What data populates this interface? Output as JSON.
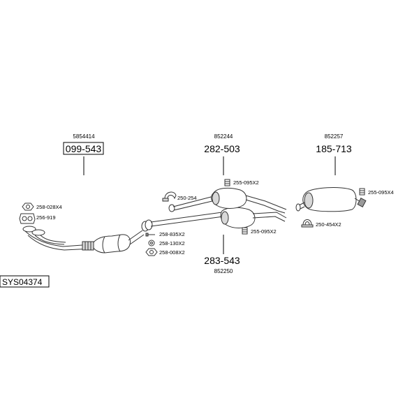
{
  "diagram_id": "SYS04374",
  "parts": [
    {
      "ref": "5854414",
      "number": "099-543",
      "boxed": true
    },
    {
      "ref": "852244",
      "number": "282-503",
      "boxed": false
    },
    {
      "ref": "852257",
      "number": "185-713",
      "boxed": false
    },
    {
      "ref": "852250",
      "number": "283-543",
      "boxed": false
    }
  ],
  "accessories": [
    {
      "code": "258-028X4",
      "icon": "hex-nut-icon"
    },
    {
      "code": "256-919",
      "icon": "gasket-icon"
    },
    {
      "code": "250-254",
      "icon": "clamp-icon"
    },
    {
      "code": "255-095X2",
      "icon": "rubber-hanger-icon"
    },
    {
      "code": "258-835X2",
      "icon": "bolt-icon"
    },
    {
      "code": "258-130X2",
      "icon": "washer-icon"
    },
    {
      "code": "258-008X2",
      "icon": "hex-nut-icon"
    },
    {
      "code": "255-095X2",
      "icon": "rubber-hanger-icon"
    },
    {
      "code": "255-095X4",
      "icon": "rubber-hanger-icon"
    },
    {
      "code": "250-454X2",
      "icon": "u-clamp-icon"
    }
  ]
}
